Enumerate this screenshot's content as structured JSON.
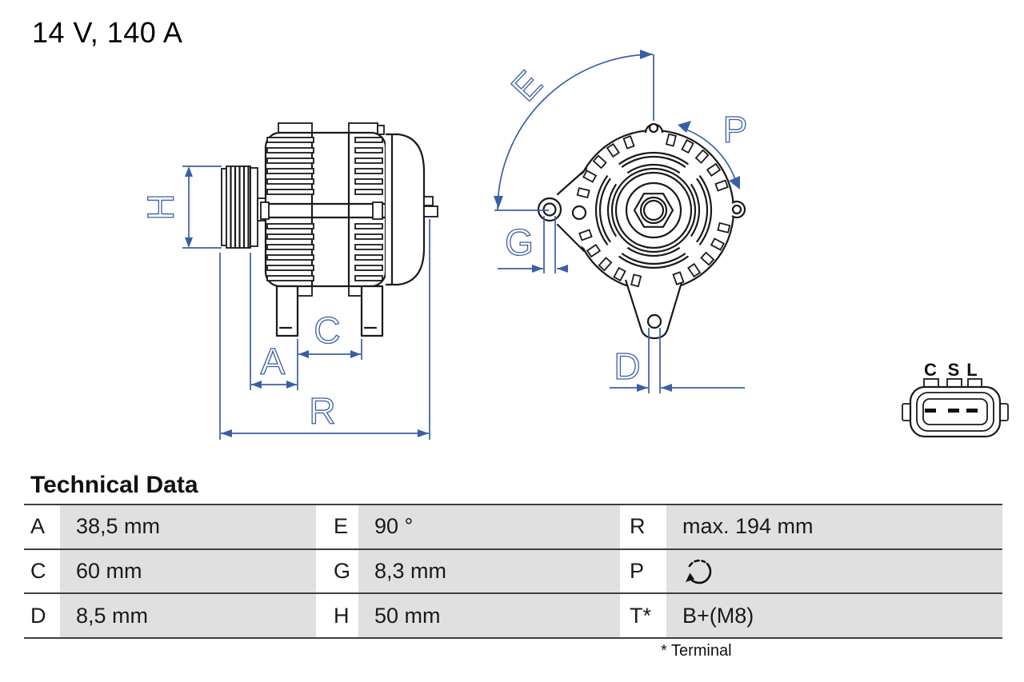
{
  "title": "14 V, 140 A",
  "drawing": {
    "labels": {
      "H": "H",
      "A": "A",
      "C": "C",
      "R": "R",
      "E": "E",
      "G": "G",
      "P": "P",
      "D": "D"
    },
    "connector_pins": [
      "C",
      "S",
      "L"
    ],
    "colors": {
      "dimension_blue": "#3a5fa8",
      "outline_black": "#1a1a1a",
      "table_value_gray": "#e0e0e0"
    }
  },
  "table": {
    "heading": "Technical Data",
    "rows": [
      {
        "cells": [
          {
            "key": "A",
            "value": "38,5 mm"
          },
          {
            "key": "E",
            "value": "90 °"
          },
          {
            "key": "R",
            "value": "max. 194 mm"
          }
        ]
      },
      {
        "cells": [
          {
            "key": "C",
            "value": "60 mm"
          },
          {
            "key": "G",
            "value": "8,3 mm"
          },
          {
            "key": "P",
            "value": "",
            "icon": "rotation-clockwise-icon"
          }
        ]
      },
      {
        "cells": [
          {
            "key": "D",
            "value": "8,5 mm"
          },
          {
            "key": "H",
            "value": "50 mm"
          },
          {
            "key": "T*",
            "value": "B+(M8)"
          }
        ]
      }
    ],
    "footnote": "* Terminal"
  }
}
